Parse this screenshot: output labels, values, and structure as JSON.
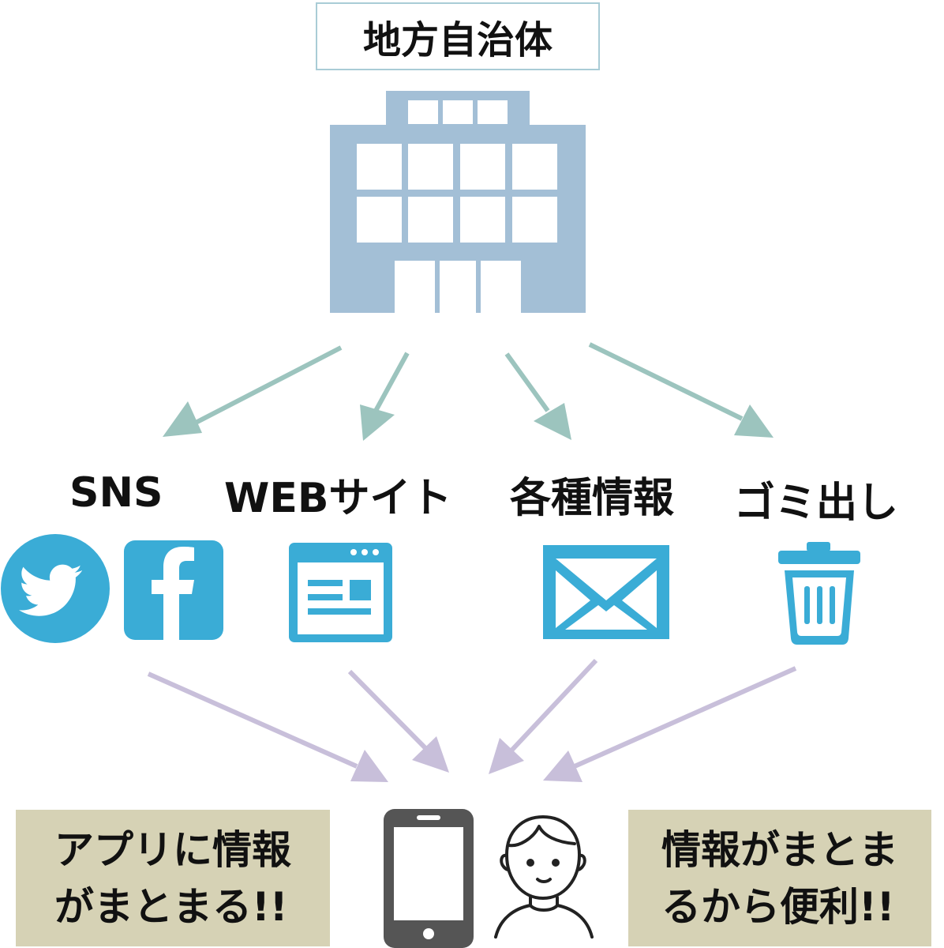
{
  "title": "地方自治体",
  "channels": {
    "sns": "SNS",
    "web": "WEBサイト",
    "info": "各種情報",
    "garbage": "ゴミ出し"
  },
  "notes": {
    "left": "アプリに情報\nがまとまる!!",
    "right": "情報がまとま\nるから便利!!"
  },
  "colors": {
    "building": "#a3bfd6",
    "arrow_top": "#9cc4be",
    "arrow_bottom": "#c8bfda",
    "icon_blue": "#3aacd6",
    "note_bg": "#d6d2b5",
    "phone": "#555555"
  },
  "icons": [
    "building-icon",
    "twitter-icon",
    "facebook-icon",
    "browser-icon",
    "mail-icon",
    "trash-icon",
    "smartphone-icon",
    "person-icon"
  ]
}
